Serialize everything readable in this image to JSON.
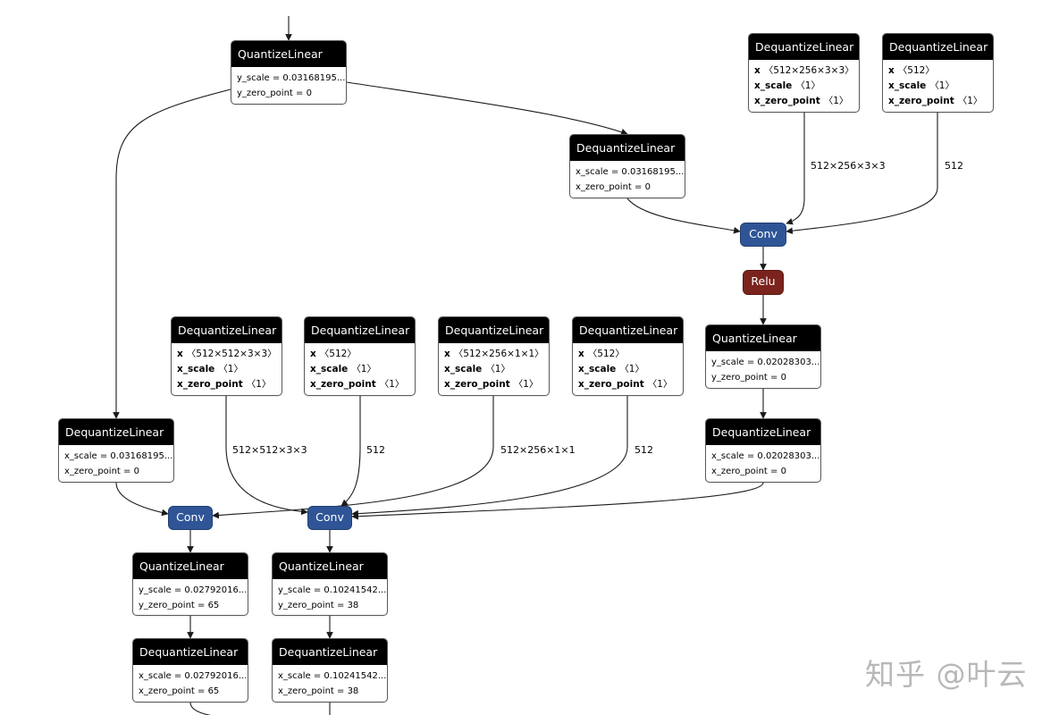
{
  "colors": {
    "node_header": "#000000",
    "conv": "#2f5597",
    "relu": "#7b231d",
    "edge": "#1a1a1a"
  },
  "nodes": {
    "q1": {
      "title": "QuantizeLinear",
      "attrs": [
        "y_scale = 0.03168195...",
        "y_zero_point = 0"
      ]
    },
    "dq_in_right": {
      "title": "DequantizeLinear",
      "attrs": [
        "x_scale = 0.03168195...",
        "x_zero_point = 0"
      ]
    },
    "dq_w1": {
      "title": "DequantizeLinear",
      "x": "x",
      "x_shape": "〈512×256×3×3〉",
      "scale": "x_scale",
      "scale_shape": "〈1〉",
      "zp": "x_zero_point",
      "zp_shape": "〈1〉"
    },
    "dq_b1": {
      "title": "DequantizeLinear",
      "x": "x",
      "x_shape": "〈512〉",
      "scale": "x_scale",
      "scale_shape": "〈1〉",
      "zp": "x_zero_point",
      "zp_shape": "〈1〉"
    },
    "q2": {
      "title": "QuantizeLinear",
      "attrs": [
        "y_scale = 0.02028303...",
        "y_zero_point = 0"
      ]
    },
    "dq_q2": {
      "title": "DequantizeLinear",
      "attrs": [
        "x_scale = 0.02028303...",
        "x_zero_point = 0"
      ]
    },
    "dq_in_left": {
      "title": "DequantizeLinear",
      "attrs": [
        "x_scale = 0.03168195...",
        "x_zero_point = 0"
      ]
    },
    "dq_w2": {
      "title": "DequantizeLinear",
      "x": "x",
      "x_shape": "〈512×512×3×3〉",
      "scale": "x_scale",
      "scale_shape": "〈1〉",
      "zp": "x_zero_point",
      "zp_shape": "〈1〉"
    },
    "dq_b2": {
      "title": "DequantizeLinear",
      "x": "x",
      "x_shape": "〈512〉",
      "scale": "x_scale",
      "scale_shape": "〈1〉",
      "zp": "x_zero_point",
      "zp_shape": "〈1〉"
    },
    "dq_w3": {
      "title": "DequantizeLinear",
      "x": "x",
      "x_shape": "〈512×256×1×1〉",
      "scale": "x_scale",
      "scale_shape": "〈1〉",
      "zp": "x_zero_point",
      "zp_shape": "〈1〉"
    },
    "dq_b3": {
      "title": "DequantizeLinear",
      "x": "x",
      "x_shape": "〈512〉",
      "scale": "x_scale",
      "scale_shape": "〈1〉",
      "zp": "x_zero_point",
      "zp_shape": "〈1〉"
    },
    "q3": {
      "title": "QuantizeLinear",
      "attrs": [
        "y_scale = 0.02792016...",
        "y_zero_point = 65"
      ]
    },
    "q4": {
      "title": "QuantizeLinear",
      "attrs": [
        "y_scale = 0.10241542...",
        "y_zero_point = 38"
      ]
    },
    "dq3": {
      "title": "DequantizeLinear",
      "attrs": [
        "x_scale = 0.02792016...",
        "x_zero_point = 65"
      ]
    },
    "dq4": {
      "title": "DequantizeLinear",
      "attrs": [
        "x_scale = 0.10241542...",
        "x_zero_point = 38"
      ]
    }
  },
  "ops": {
    "conv_top": "Conv",
    "relu": "Relu",
    "conv_left": "Conv",
    "conv_mid": "Conv"
  },
  "edge_labels": {
    "w1": "512×256×3×3",
    "b1": "512",
    "w2": "512×512×3×3",
    "b2": "512",
    "w3": "512×256×1×1",
    "b3": "512"
  },
  "watermark": "知乎 @叶云"
}
